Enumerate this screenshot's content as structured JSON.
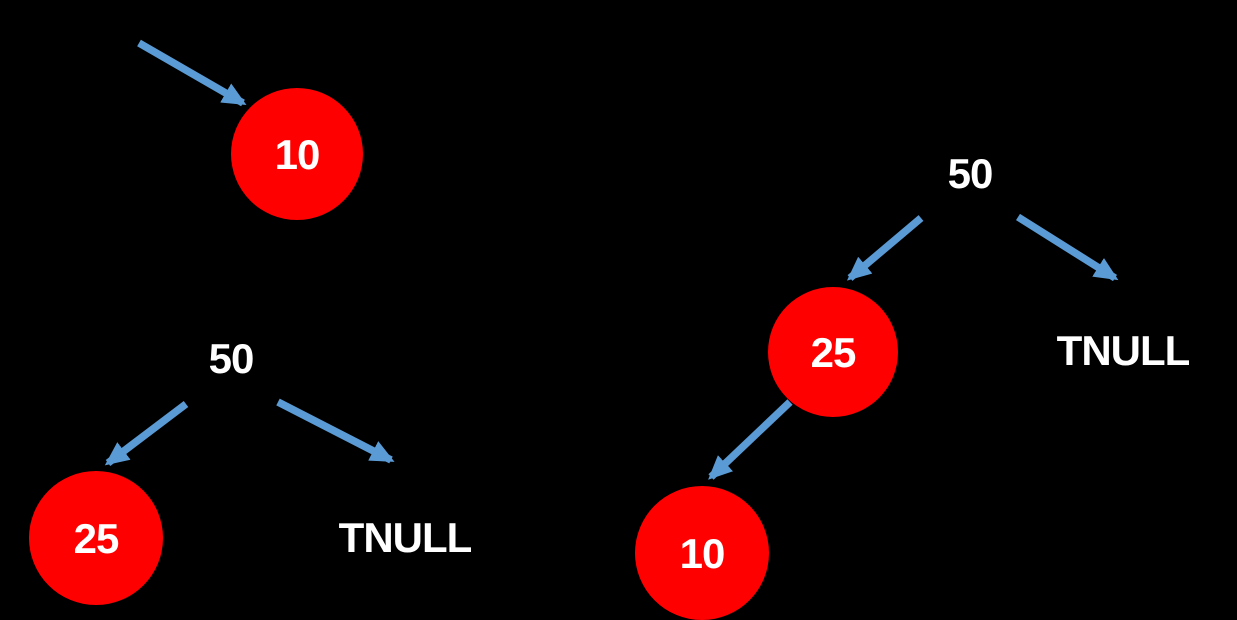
{
  "colors": {
    "background": "#000000",
    "node_fill": "#ff0000",
    "node_text": "#ffffff",
    "label_text": "#ffffff",
    "arrow": "#5b9bd5"
  },
  "left_tree": {
    "pointed_node": "10",
    "parent": "50",
    "left_child": "25",
    "right_child": "TNULL"
  },
  "right_tree": {
    "root": "50",
    "left_child": "25",
    "right_child": "TNULL",
    "left_grandchild": "10"
  }
}
